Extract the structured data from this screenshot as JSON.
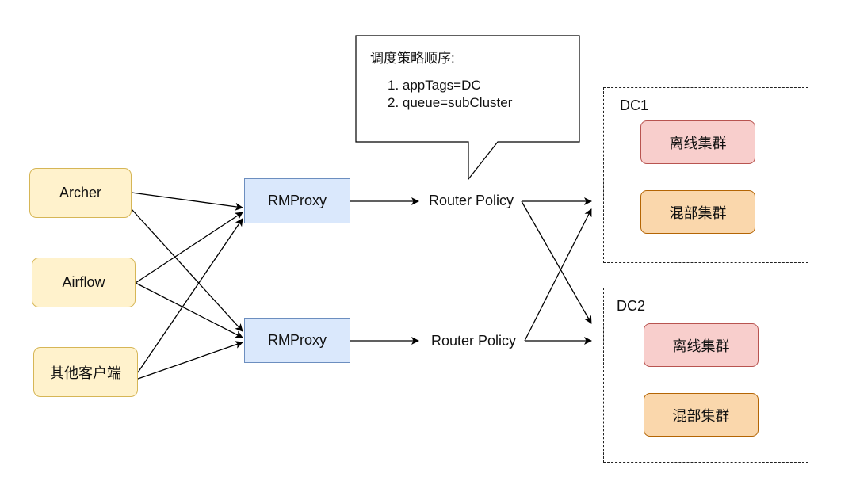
{
  "clients": {
    "archer": "Archer",
    "airflow": "Airflow",
    "other": "其他客户端"
  },
  "proxies": {
    "top": "RMProxy",
    "bottom": "RMProxy"
  },
  "policies": {
    "top": "Router Policy",
    "bottom": "Router Policy"
  },
  "callout": {
    "title": "调度策略顺序:",
    "items": [
      "1. appTags=DC",
      "2. queue=subCluster"
    ]
  },
  "dc1": {
    "name": "DC1",
    "offline": "离线集群",
    "mixed": "混部集群"
  },
  "dc2": {
    "name": "DC2",
    "offline": "离线集群",
    "mixed": "混部集群"
  },
  "colors": {
    "client_fill": "#fff2cc",
    "client_border": "#d6b656",
    "proxy_fill": "#dae8fc",
    "proxy_border": "#6c8ebf",
    "offline_fill": "#f8cecc",
    "offline_border": "#b85450",
    "mixed_fill": "#fad7ac",
    "mixed_border": "#b46504"
  }
}
